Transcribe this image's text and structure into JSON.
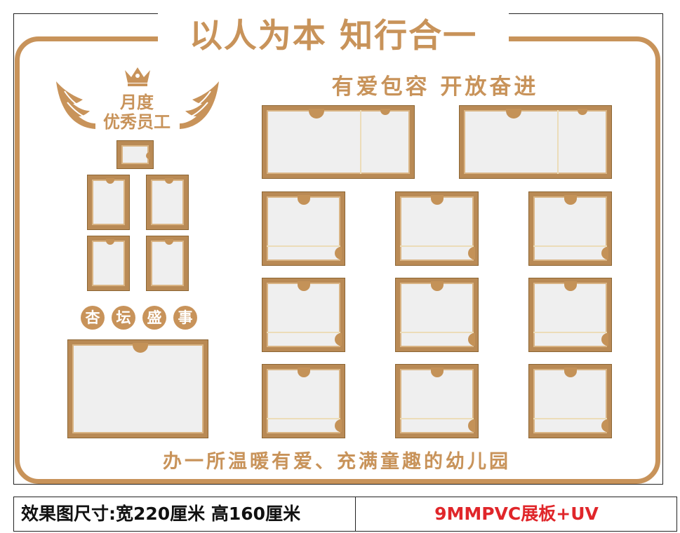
{
  "header": {
    "title": "以人为本 知行合一"
  },
  "section": {
    "subtitle": "有爱包容 开放奋进"
  },
  "employee": {
    "line1": "月度",
    "line2": "优秀员工"
  },
  "events": {
    "chars": [
      "杏",
      "坛",
      "盛",
      "事"
    ]
  },
  "footer": {
    "slogan": "办一所温暖有爱、充满童趣的幼儿园"
  },
  "info": {
    "size_label": "效果图尺寸:宽220厘米  高160厘米",
    "material_label": "9MMPVC展板+UV"
  },
  "colors": {
    "accent": "#c8935a",
    "wood": "#b98a55",
    "photo_bg": "#efefef",
    "material_text": "#e0262a"
  }
}
